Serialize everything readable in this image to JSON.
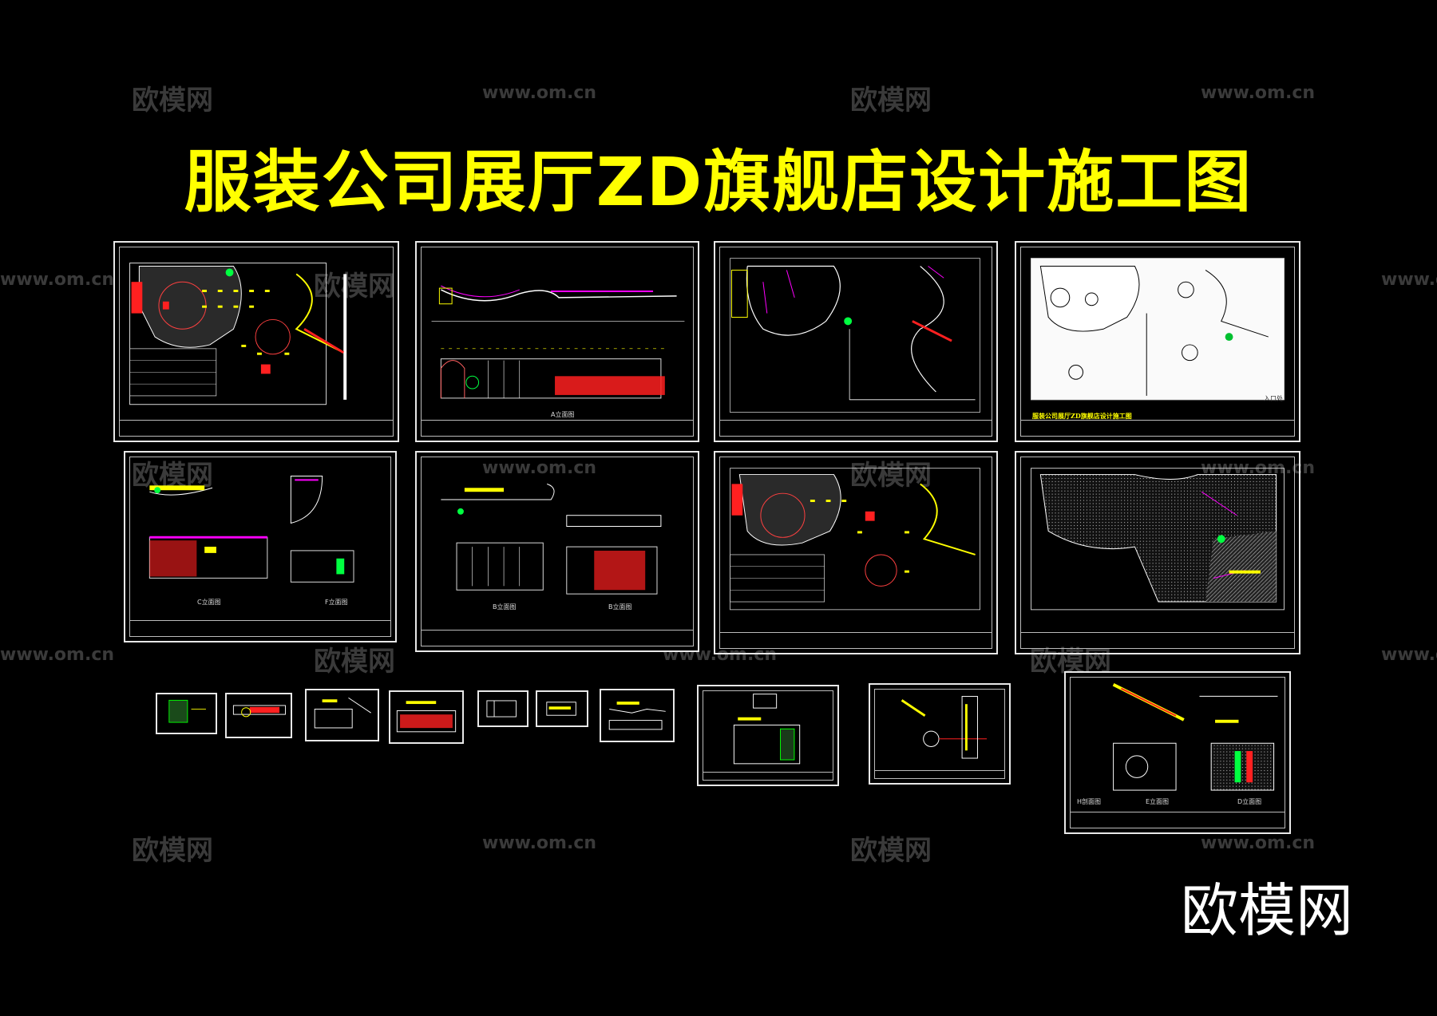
{
  "title": "服装公司展厅ZD旗舰店设计施工图",
  "watermarks": {
    "brand": "欧模网",
    "url": "www.om.cn"
  },
  "logo": "欧模网",
  "sheet_labels": {
    "a_elevation": "A立面图",
    "c_elevation": "C立面图",
    "f_elevation": "F立面图",
    "b_elevation": "B立面图",
    "b_elevation_2": "B立面图",
    "entrance": "入口处",
    "sheet4_title": "服装公司展厅ZD旗舰店设计施工图",
    "h_detail": "H剖面图",
    "e_elevation": "E立面图",
    "d_elevation": "D立面图"
  },
  "colors": {
    "background": "#000000",
    "title": "#ffff00",
    "sheet_border": "#e8e8e8",
    "cad_yellow": "#ffff00",
    "cad_red": "#ff2020",
    "cad_magenta": "#ff00ff",
    "cad_green": "#00ff40",
    "cad_cyan": "#00ffff",
    "watermark": "#3a3a3a"
  }
}
